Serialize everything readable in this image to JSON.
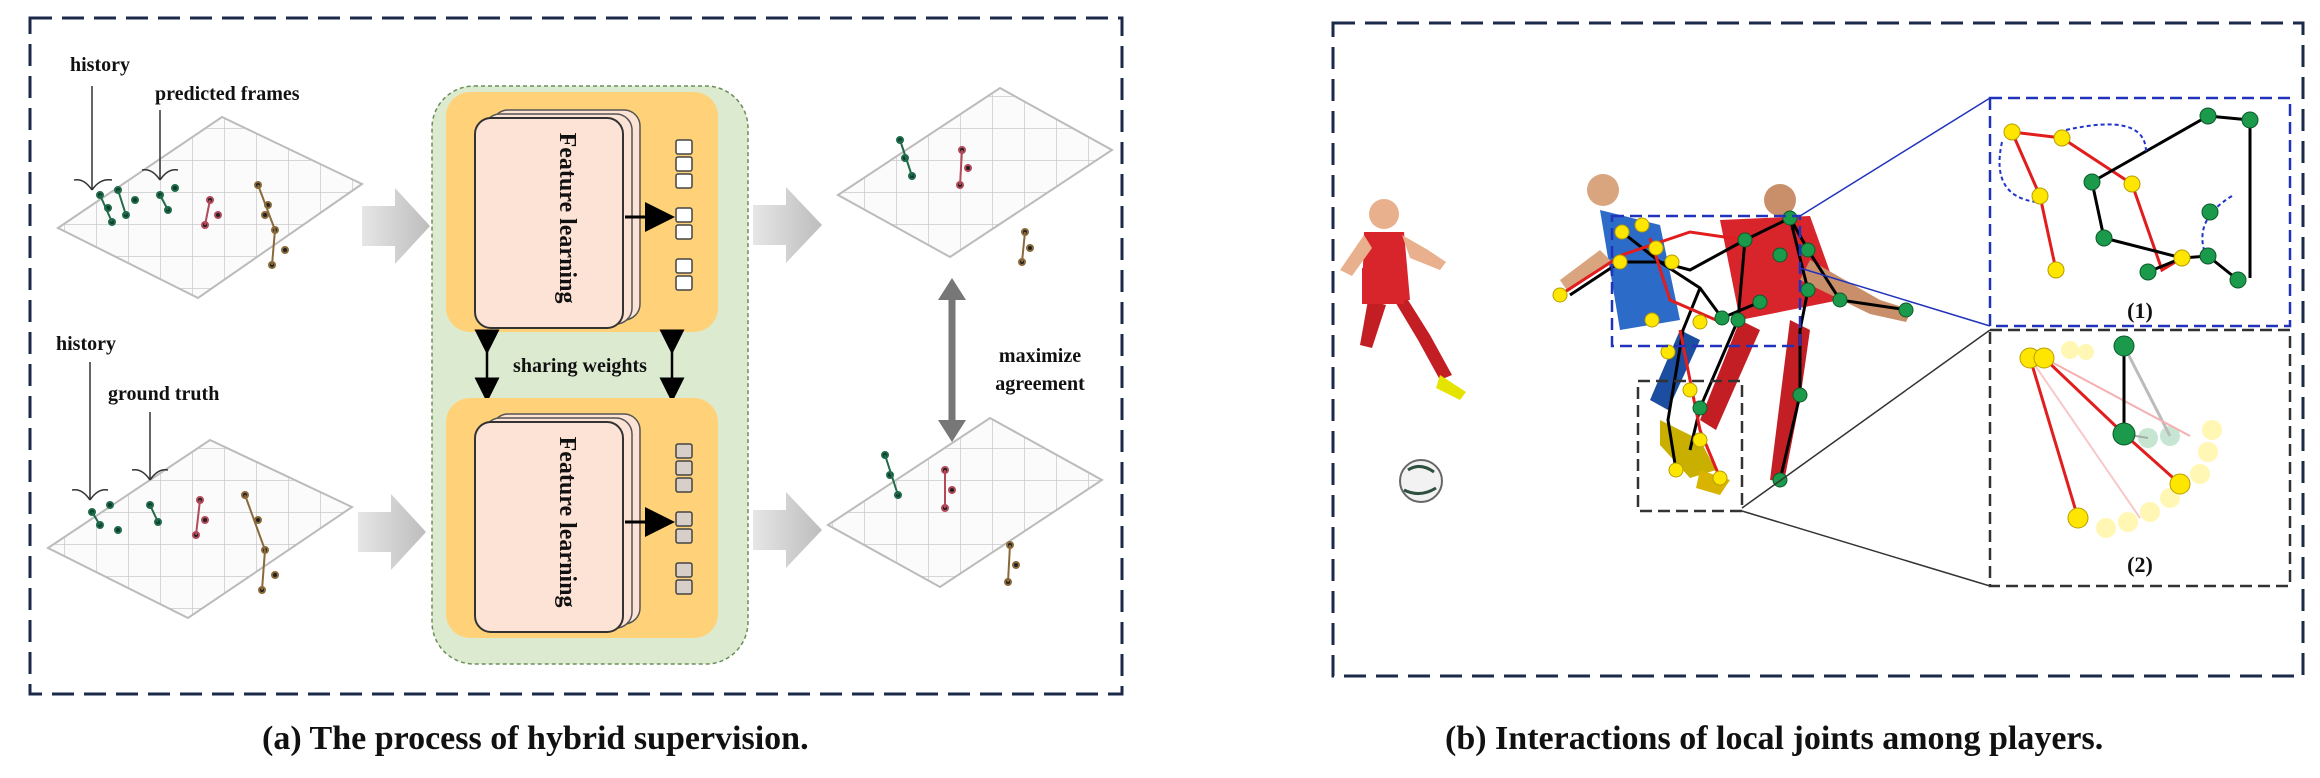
{
  "panel_a": {
    "caption": "(a) The process of hybrid supervision.",
    "label_history_top": "history",
    "label_predicted": "predicted frames",
    "label_history_bottom": "history",
    "label_ground_truth": "ground truth",
    "module_top": "Feature learning",
    "module_bottom": "Feature learning",
    "sharing": "sharing weights",
    "maximize": "maximize",
    "agreement": "agreement"
  },
  "panel_b": {
    "caption": "(b) Interactions of local joints among players.",
    "inset1": "(1)",
    "inset2": "(2)"
  },
  "colors": {
    "joint_yellow": "#ffe600",
    "joint_green": "#1a9a4a",
    "limb_red": "#e11d1d",
    "frame_navy": "#1b2a4a",
    "module_outer": "#dcebd0",
    "module_inner": "#ffd27a",
    "card": "#fde2d6"
  }
}
